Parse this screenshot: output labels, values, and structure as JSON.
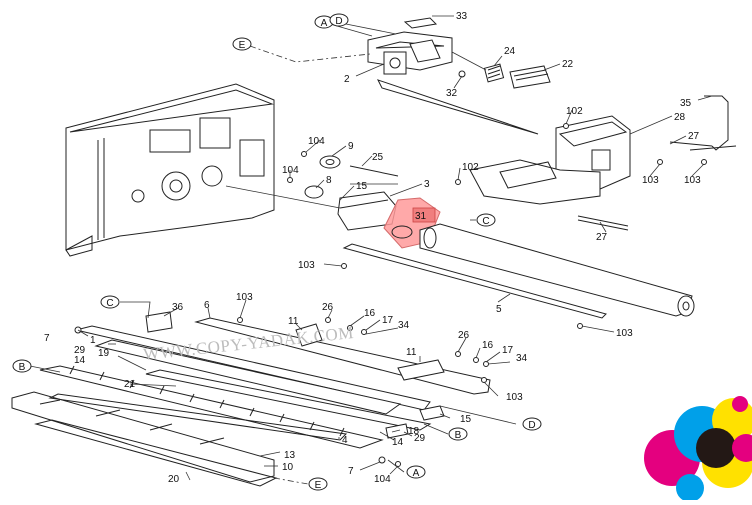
{
  "watermark": "WWW.COPY-YADAK.COM",
  "highlighted_part": "31",
  "highlight_color": "#ff9a9a",
  "part_numbers": {
    "p33": "33",
    "p24": "24",
    "p22": "22",
    "p2": "2",
    "p32": "32",
    "p35": "35",
    "p102a": "102",
    "p28": "28",
    "p27a": "27",
    "p104a": "104",
    "p9": "9",
    "p25": "25",
    "p104b": "104",
    "p8": "8",
    "p15a": "15",
    "p3": "3",
    "p102b": "102",
    "p103a": "103",
    "p103b": "103",
    "p31": "31",
    "p27b": "27",
    "p103c": "103",
    "p5": "5",
    "p36": "36",
    "p6": "6",
    "p103d": "103",
    "p26a": "26",
    "p16a": "16",
    "p17a": "17",
    "p34a": "34",
    "p11a": "11",
    "p103e": "103",
    "p7a": "7",
    "p1": "1",
    "p29a": "29",
    "p19": "19",
    "p14a": "14",
    "p26b": "26",
    "p16b": "16",
    "p17b": "17",
    "p11b": "11",
    "p34b": "34",
    "p21": "21",
    "p103f": "103",
    "p15b": "15",
    "p18": "18",
    "p4": "4",
    "p14b": "14",
    "p29b": "29",
    "p13": "13",
    "p10": "10",
    "p7b": "7",
    "p104c": "104",
    "p20": "20"
  },
  "callouts": {
    "A_top": "A",
    "D_top": "D",
    "E_top": "E",
    "C_mid": "C",
    "C_left": "C",
    "B_left": "B",
    "B_right": "B",
    "D_right": "D",
    "A_bottom": "A",
    "E_bottom": "E"
  },
  "logo_colors": [
    "#e4007f",
    "#00a0e9",
    "#ffe100",
    "#231815"
  ]
}
